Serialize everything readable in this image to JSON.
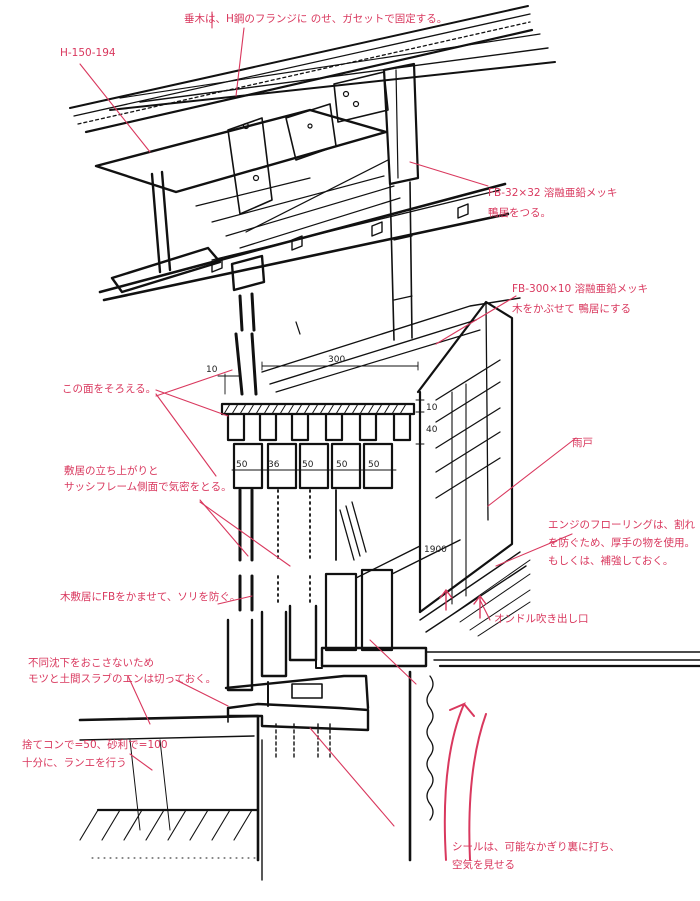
{
  "labels": {
    "top_note": "垂木は、H鋼のフランジに のせ、ガセットで固定する。",
    "beam": "H-150-194",
    "fb_small": "FB-32×32 溶融亜鉛メッキ",
    "fb_small_2": "鴨居をつる。",
    "fb_large": "FB-300×10 溶融亜鉛メッキ",
    "fb_large_2": "木をかぶせて 鴨居にする",
    "dim_300": "300",
    "dim_10a": "10",
    "dim_10b": "10",
    "dim_40": "40",
    "surface_note": "この面をそろえる。",
    "dims_bottom": [
      "50",
      "36",
      "50",
      "50",
      "50"
    ],
    "sill_note_1": "敷居の立ち上がりと",
    "sill_note_2": "サッシフレーム側面で気密をとる。",
    "amado": "雨戸",
    "flooring_1": "エンジのフローリングは、割れ",
    "flooring_2": "を防ぐため、厚手の物を使用。",
    "flooring_3": "もしくは、補強しておく。",
    "dim_1900": "1900",
    "vent": "オンドル吹き出し口",
    "wood_sill": "木敷居にFBをかませて、ソリを防ぐ。",
    "settle_1": "不同沈下をおこさないため",
    "settle_2": "モツと土間スラブのエンは切っておく。",
    "pour_1": "捨てコンで=50、砂利で=100",
    "pour_2": "十分に、ランエを行う",
    "seal_1": "シールは、可能なかぎり裏に打ち、",
    "seal_2": "空気を見せる"
  }
}
